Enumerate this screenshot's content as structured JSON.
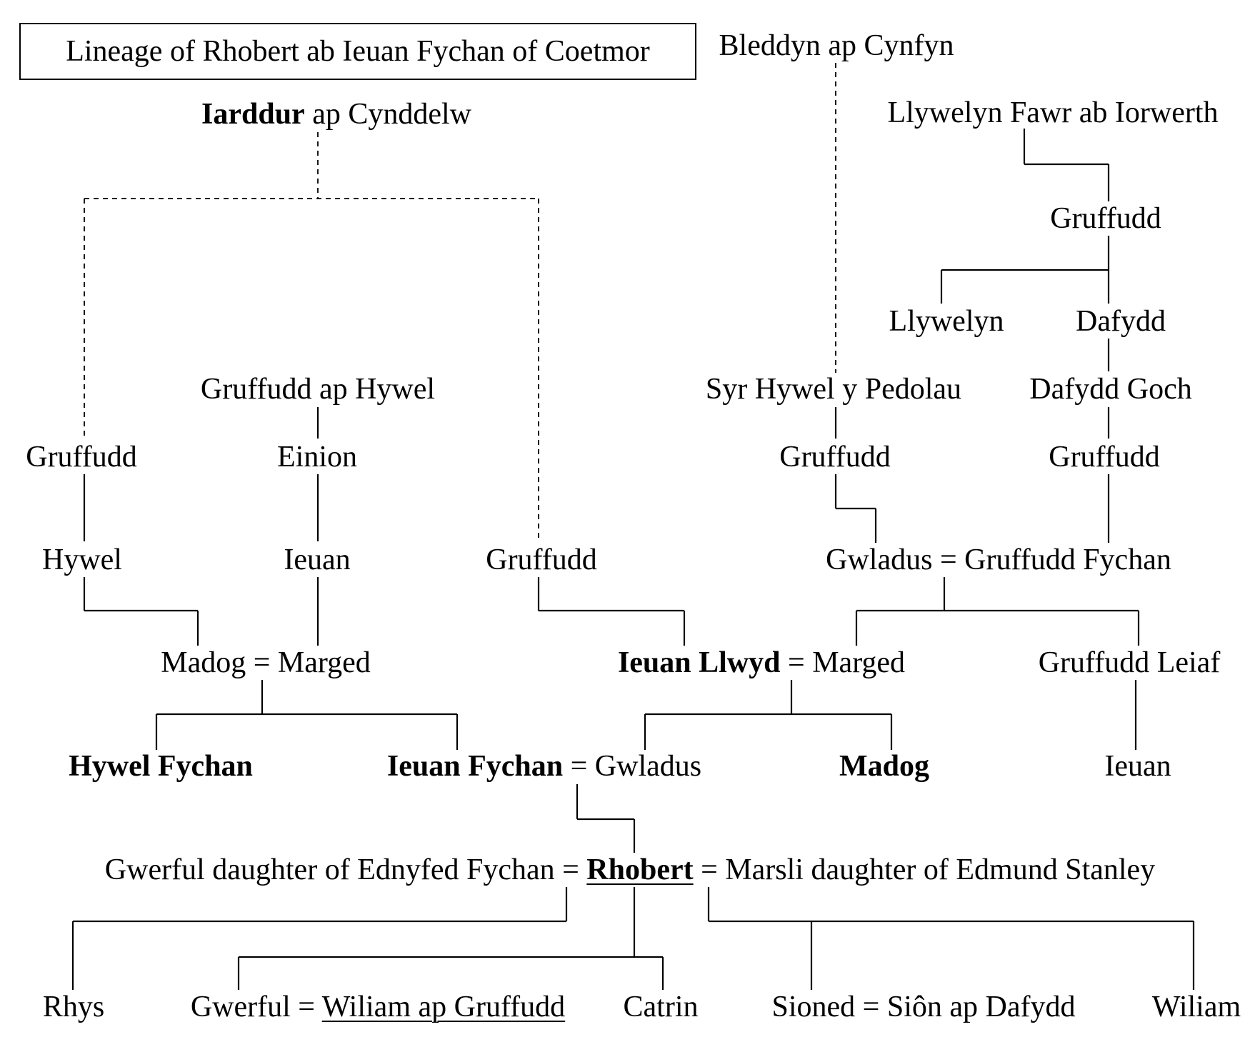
{
  "title": "Lineage of Rhobert ab Ieuan Fychan of Coetmor",
  "people": {
    "iarddur": {
      "bold": "Iarddur",
      "rest": " ap Cynddelw"
    },
    "bleddyn": "Bleddyn ap Cynfyn",
    "llywelyn_fawr": "Llywelyn Fawr ab Iorwerth",
    "gruffudd_llywelyn_fawr_son": "Gruffudd",
    "llywelyn": "Llywelyn",
    "dafydd": "Dafydd",
    "gruffudd_ap_hywel": "Gruffudd ap Hywel",
    "syr_hywel": "Syr Hywel y Pedolau",
    "dafydd_goch": "Dafydd Goch",
    "gruffudd_left": "Gruffudd",
    "einion": "Einion",
    "gruffudd_syr_hywel_son": "Gruffudd",
    "gruffudd_dafydd_goch_son": "Gruffudd",
    "hywel": "Hywel",
    "ieuan_einion_son": "Ieuan",
    "gruffudd_middle": "Gruffudd",
    "gwladus_couple": {
      "a": "Gwladus",
      "eq": " = ",
      "b": "Gruffudd Fychan"
    },
    "madog_couple": {
      "a": "Madog",
      "eq": " = ",
      "b": "Marged"
    },
    "ieuan_llwyd_couple": {
      "a": "Ieuan Llwyd",
      "eq": " = ",
      "b": "Marged"
    },
    "gruffudd_leiaf": "Gruffudd Leiaf",
    "hywel_fychan": "Hywel Fychan",
    "ieuan_fychan_couple": {
      "a": "Ieuan Fychan",
      "eq": " = ",
      "b": "Gwladus"
    },
    "madog": "Madog",
    "ieuan_leiaf_son": "Ieuan",
    "rhobert_row": {
      "left": "Gwerful daughter of Ednyfed Fychan",
      "eq1": " = ",
      "center": "Rhobert",
      "eq2": " = ",
      "right": "Marsli daughter of Edmund Stanley"
    },
    "rhys": "Rhys",
    "gwerful_couple": {
      "a": "Gwerful",
      "eq": " = ",
      "b": "Wiliam ap Gruffudd"
    },
    "catrin": "Catrin",
    "sioned_couple": {
      "a": "Sioned",
      "eq": " = ",
      "b": "Siôn ap Dafydd"
    },
    "wiliam": "Wiliam"
  }
}
